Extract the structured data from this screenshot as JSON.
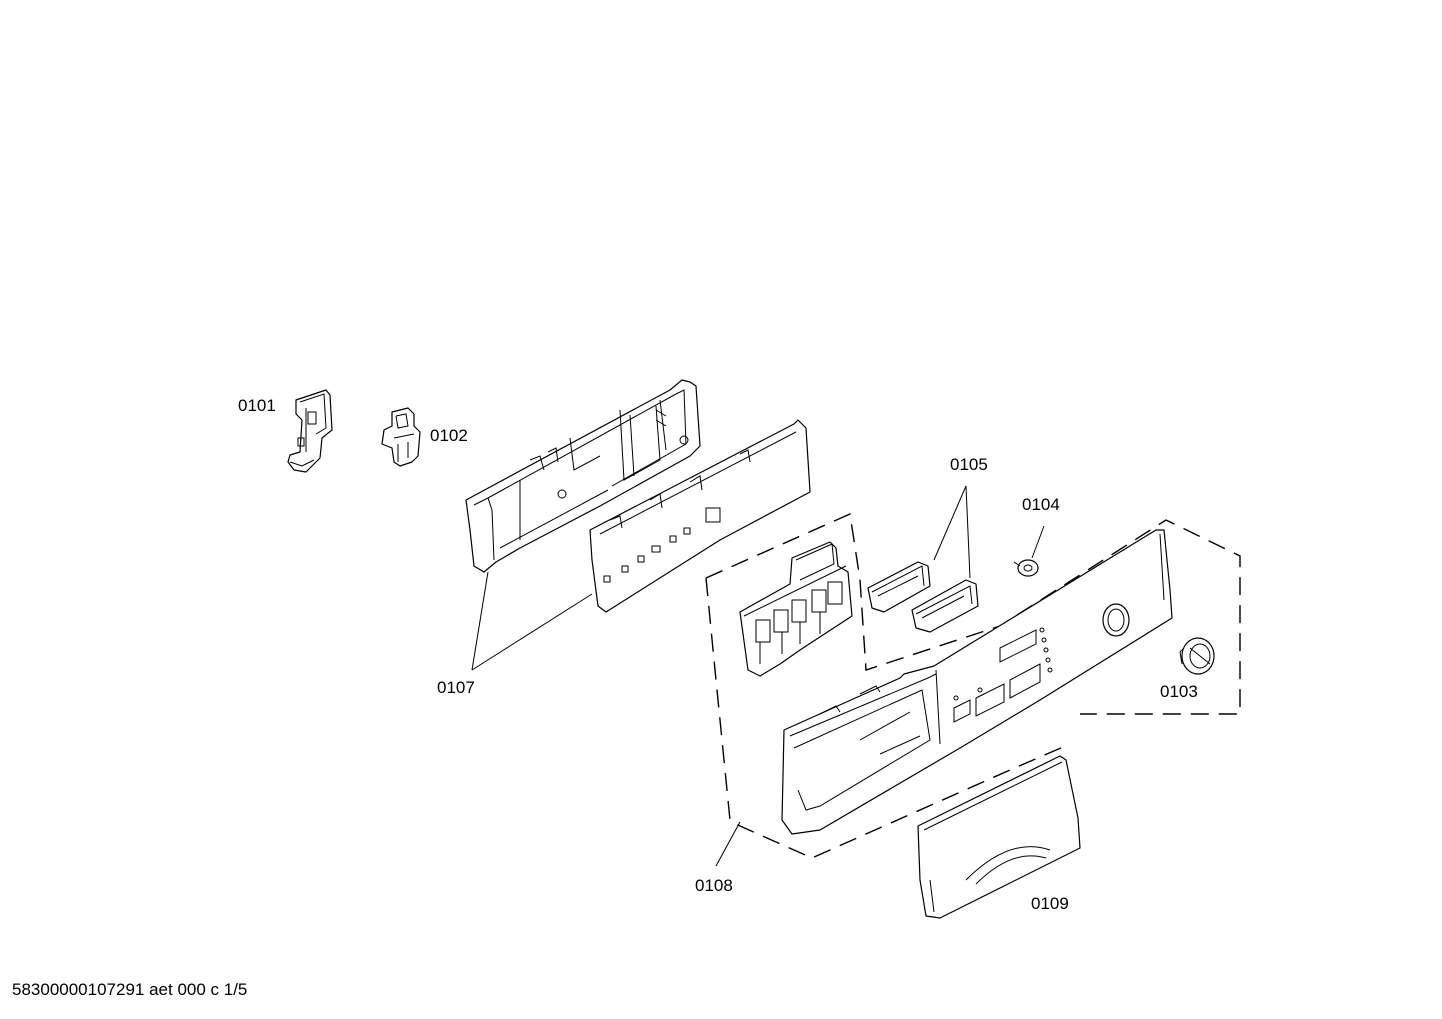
{
  "callouts": {
    "p0101": "0101",
    "p0102": "0102",
    "p0103": "0103",
    "p0104": "0104",
    "p0105": "0105",
    "p0107": "0107",
    "p0108": "0108",
    "p0109": "0109"
  },
  "footer": {
    "doc_ref": "58300000107291 aet 000 c 1/5"
  }
}
